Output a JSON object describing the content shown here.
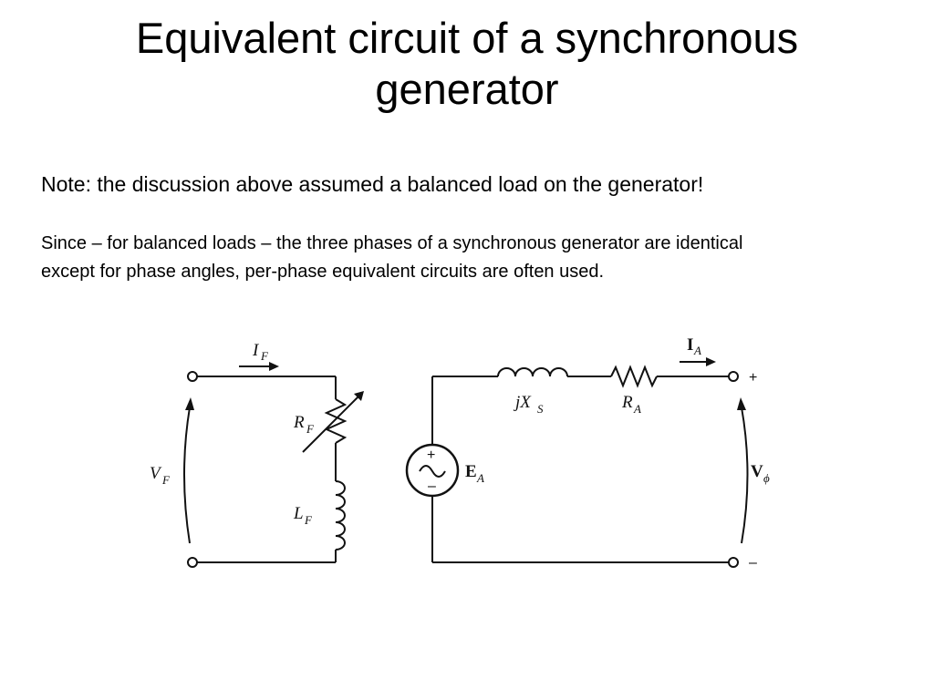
{
  "slide": {
    "title_line1": "Equivalent circuit of a synchronous",
    "title_line2": "generator",
    "note": "Note: the discussion above assumed a balanced load on the generator!",
    "since_line1": "Since – for balanced loads – the three phases of a synchronous generator are identical",
    "since_line2": "except for phase angles, per-phase equivalent circuits are often used."
  },
  "circuit": {
    "field": {
      "current_label": "I",
      "current_sub": "F",
      "voltage_label": "V",
      "voltage_sub": "F",
      "resistor_label": "R",
      "resistor_sub": "F",
      "inductor_label": "L",
      "inductor_sub": "F"
    },
    "armature": {
      "reactance_label": "jX",
      "reactance_sub": "S",
      "resistance_label": "R",
      "resistance_sub": "A",
      "current_label": "I",
      "current_sub": "A",
      "source_label": "E",
      "source_sub": "A",
      "output_label": "V",
      "output_sub": "ϕ",
      "plus": "+",
      "minus": "–",
      "source_plus": "+",
      "source_minus": "–"
    }
  }
}
